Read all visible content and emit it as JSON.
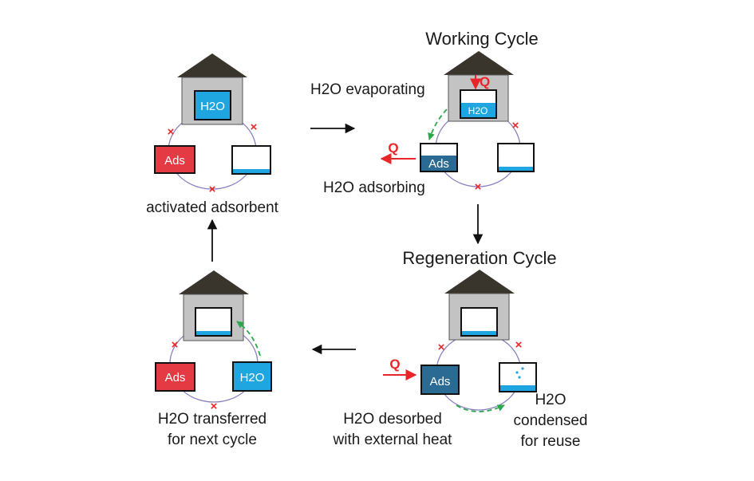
{
  "colors": {
    "roof": "#3a352c",
    "house": "#c3c3c3",
    "water": "#1fa5e0",
    "ads_active": "#e33a43",
    "ads_loaded": "#2a6a93",
    "mark": "#e8262a",
    "heat": "#e8262a",
    "flow": "#2aa84a",
    "ring": "#8880c0",
    "arrow": "#111111"
  },
  "titles": {
    "working": "Working Cycle",
    "regeneration": "Regeneration Cycle"
  },
  "heat_symbol": "Q",
  "panels": {
    "activated": {
      "room_label": "H2O",
      "ads_label": "Ads",
      "caption": "activated adsorbent"
    },
    "working": {
      "room_label": "H2O",
      "ads_label": "Ads",
      "evap_label": "H2O evaporating",
      "adsorb_label": "H2O adsorbing"
    },
    "regeneration": {
      "ads_label": "Ads",
      "desorb_label_1": "H2O desorbed",
      "desorb_label_2": "with external heat",
      "cond_label_1": "H2O",
      "cond_label_2": "condensed",
      "cond_label_3": "for reuse"
    },
    "transfer": {
      "ads_label": "Ads",
      "right_label": "H2O",
      "caption_1": "H2O transferred",
      "caption_2": "for next cycle"
    }
  }
}
